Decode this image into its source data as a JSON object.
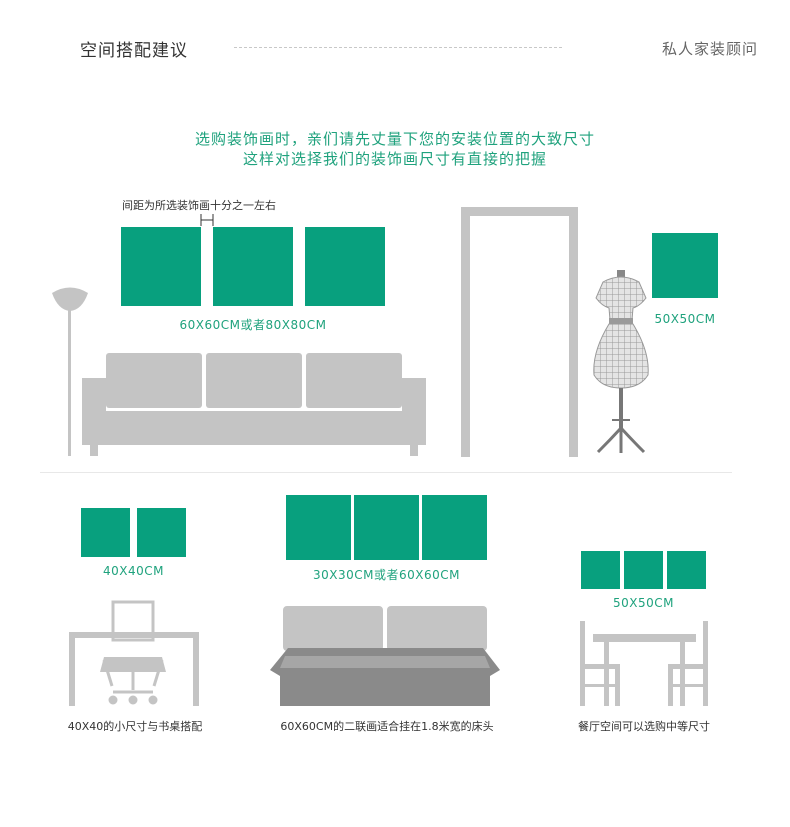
{
  "header": {
    "title": "空间搭配建议",
    "right_label": "私人家装顾问"
  },
  "intro": {
    "line1": "选购装饰画时，亲们请先丈量下您的安装位置的大致尺寸",
    "line2": "这样对选择我们的装饰画尺寸有直接的把握"
  },
  "living_room": {
    "spacing_note": "间距为所选装饰画十分之一左右",
    "size_label": "60X60CM或者80X80CM"
  },
  "entry": {
    "size_label": "50X50CM"
  },
  "study": {
    "size_label": "40X40CM",
    "caption": "40X40的小尺寸与书桌搭配"
  },
  "bedroom": {
    "size_label": "30X30CM或者60X60CM",
    "caption": "60X60CM的二联画适合挂在1.8米宽的床头"
  },
  "dining": {
    "size_label": "50X50CM",
    "caption": "餐厅空间可以选购中等尺寸"
  },
  "colors": {
    "panel_green": "#08a07e",
    "text_green": "#1fa27d",
    "furniture_gray": "#c4c4c4",
    "dark_gray": "#8a8a8a"
  }
}
